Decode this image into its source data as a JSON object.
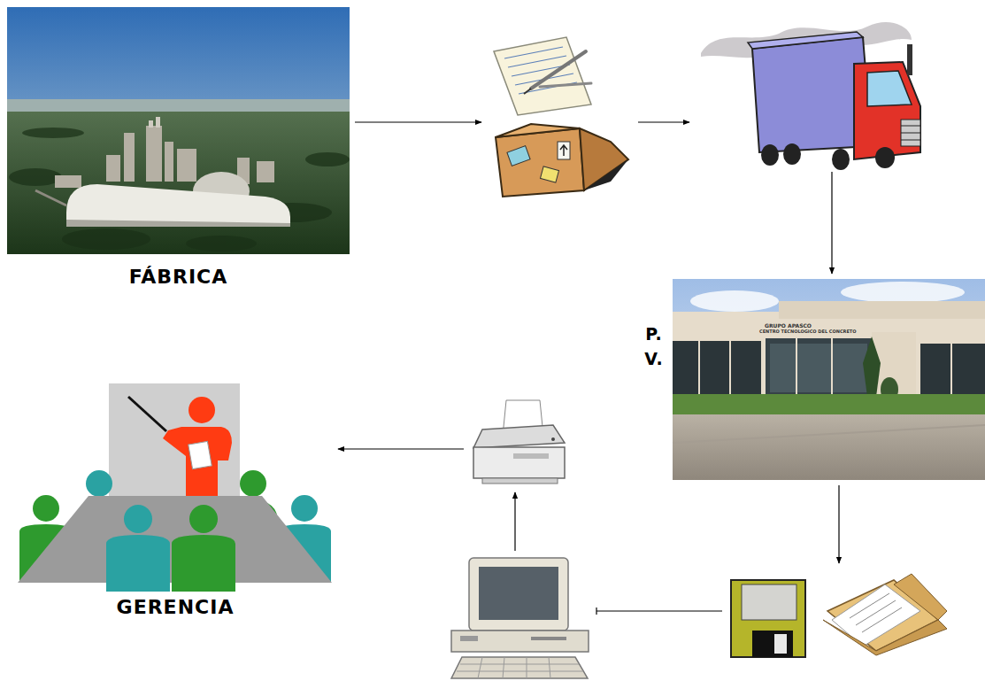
{
  "diagram": {
    "nodes": [
      {
        "text": [
          "FÁBRICA"
        ]
      },
      {
        "text": []
      },
      {
        "text": []
      },
      {
        "text": [
          "P. V."
        ]
      },
      {
        "text": []
      },
      {
        "text": []
      },
      {
        "text": []
      },
      {
        "text": [
          "GERENCIA"
        ]
      }
    ],
    "edges": [
      {
        "from": 0,
        "to": 1,
        "arrow": "to"
      },
      {
        "from": 1,
        "to": 2,
        "arrow": "to"
      },
      {
        "from": 2,
        "to": 3,
        "arrow": "to"
      },
      {
        "from": 3,
        "to": 4,
        "arrow": "to"
      },
      {
        "from": 4,
        "to": 5,
        "arrow": "to"
      },
      {
        "from": 5,
        "to": 6,
        "arrow": "to"
      },
      {
        "from": 6,
        "to": 7,
        "arrow": "to"
      }
    ],
    "labels": [
      "GRUPO APASCO",
      "CENTRO TECNOLOGICO DEL CONCRETO"
    ]
  }
}
